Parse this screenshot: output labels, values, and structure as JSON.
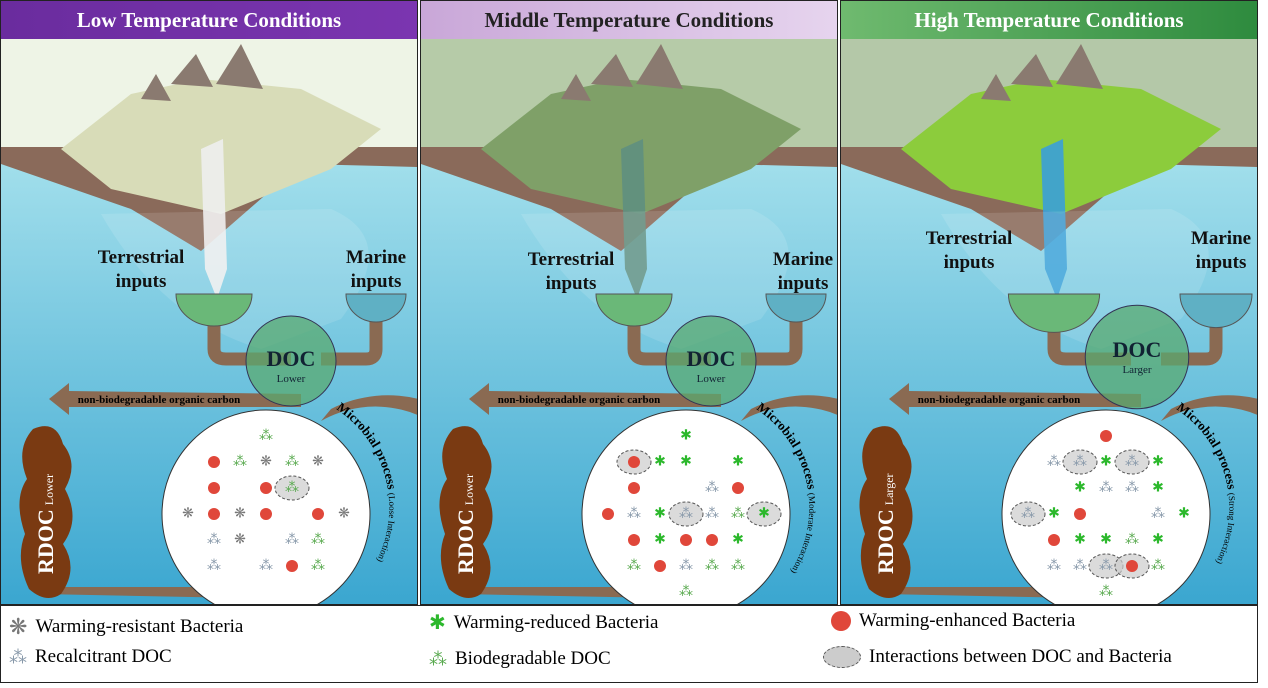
{
  "panels": [
    {
      "title": "Low Temperature Conditions",
      "title_bg": "#6a2c9e",
      "title_bg2": "#7b35b0",
      "title_color": "#ffffff",
      "sky": "#eef4e6",
      "land": "#d8dcb8",
      "flow": "#eeeeee",
      "terrestrial": "Terrestrial inputs",
      "marine": "Marine inputs",
      "doc": "DOC",
      "doc_level": "Lower",
      "arrow_label": "non-biodegradable organic carbon",
      "rdoc": "RDOC",
      "rdoc_level": "Lower",
      "process": "Microbial process",
      "process_detail": "(Loose Interaction)",
      "scale": 1.0
    },
    {
      "title": "Middle Temperature Conditions",
      "title_bg": "#c9a7d8",
      "title_bg2": "#e6d4ee",
      "title_color": "#222222",
      "sky": "#b6cba8",
      "land": "#7fa068",
      "flow": "#5f8f7f",
      "terrestrial": "Terrestrial inputs",
      "marine": "Marine inputs",
      "doc": "DOC",
      "doc_level": "Lower",
      "arrow_label": "non-biodegradable organic carbon",
      "rdoc": "RDOC",
      "rdoc_level": "Lower",
      "process": "Microbial process",
      "process_detail": "(Moderate Interaction)",
      "scale": 1.0
    },
    {
      "title": "High Temperature Conditions",
      "title_bg": "#6fba6f",
      "title_bg2": "#2e8b3e",
      "title_color": "#ffffff",
      "sky": "#b4c8a8",
      "land": "#8ccc3c",
      "flow": "#3aa0d8",
      "terrestrial": "Terrestrial inputs",
      "marine": "Marine inputs",
      "doc": "DOC",
      "doc_level": "Larger",
      "arrow_label": "non-biodegradable organic carbon",
      "rdoc": "RDOC",
      "rdoc_level": "Larger",
      "process": "Microbial process",
      "process_detail": "(Strong Interaction)",
      "scale": 1.2
    }
  ],
  "legend": [
    {
      "label": "Warming-resistant Bacteria",
      "icon": "gear-bacteria-icon"
    },
    {
      "label": "Recalcitrant DOC",
      "icon": "molecule-gray-icon"
    },
    {
      "label": "Warming-reduced Bacteria",
      "icon": "green-bacteria-icon"
    },
    {
      "label": "Biodegradable DOC",
      "icon": "molecule-green-icon"
    },
    {
      "label": "Warming-enhanced Bacteria",
      "icon": "red-bacteria-icon"
    },
    {
      "label": "Interactions between DOC and Bacteria",
      "icon": "interaction-ellipse-icon"
    }
  ],
  "colors": {
    "brown": "#8a6a52",
    "rdoc": "#7a3a12",
    "sea_top": "#a4e0ec",
    "sea_bottom": "#3aa6d0",
    "doc_fill": "#5aaa70"
  }
}
